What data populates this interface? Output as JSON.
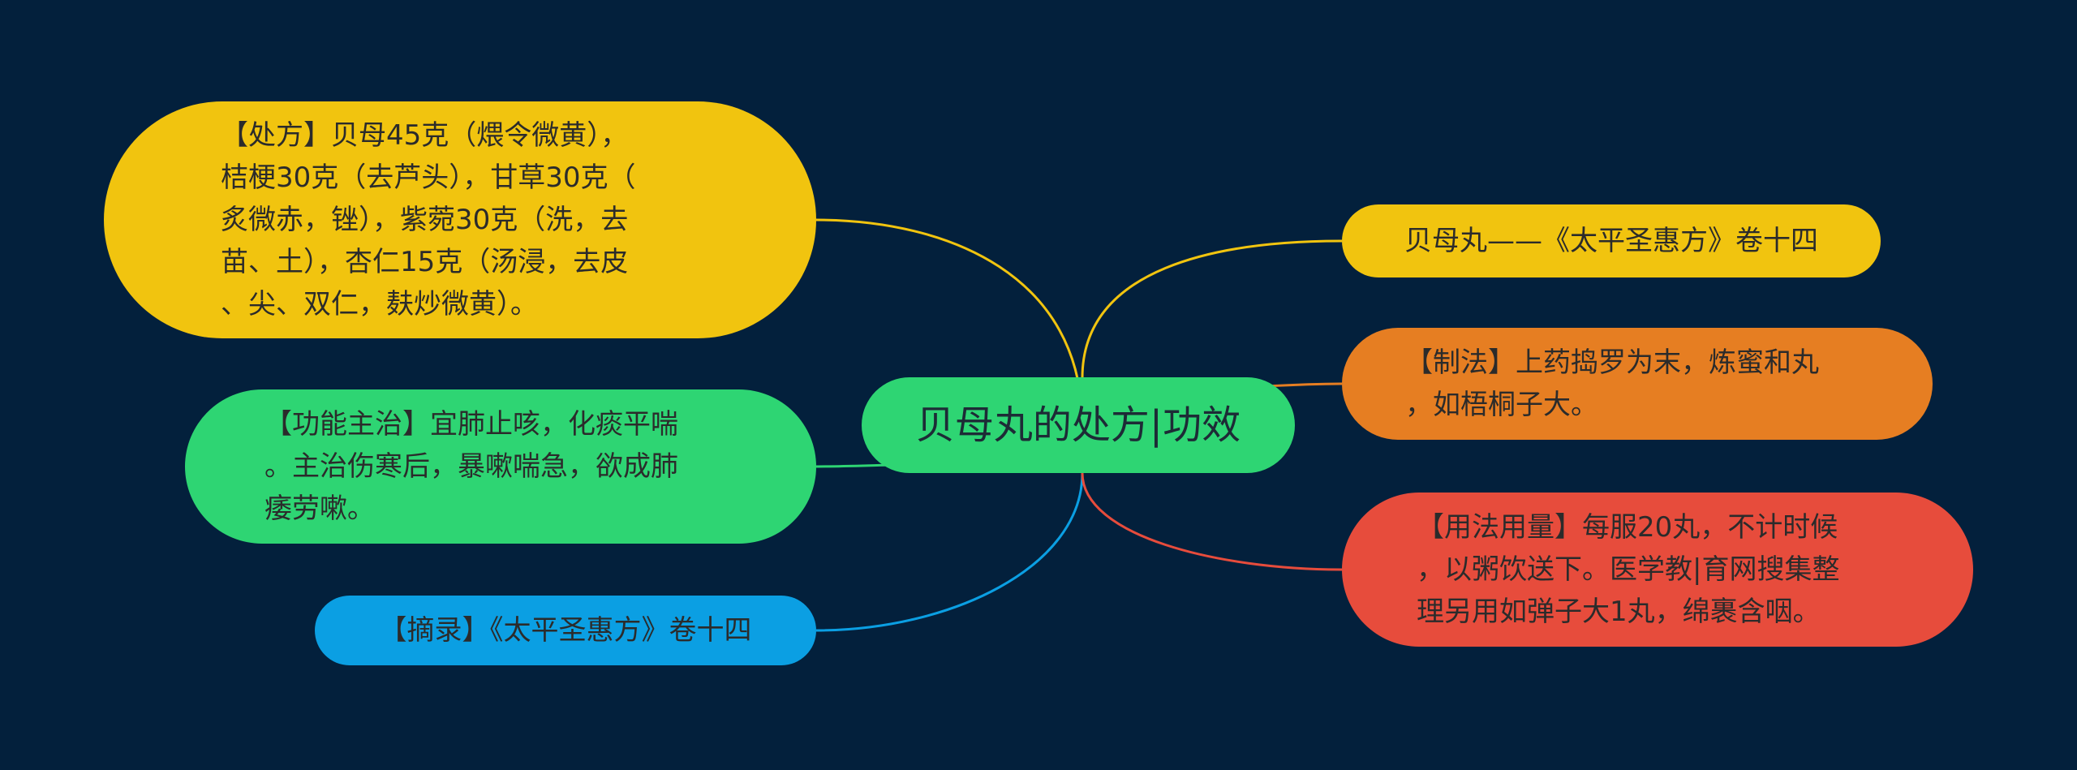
{
  "colors": {
    "background": "#03203c",
    "center": "#2ed573",
    "yellow": "#f1c40f",
    "green": "#2ed573",
    "blue": "#0b9fe3",
    "orange": "#e67e22",
    "red": "#e74c3c"
  },
  "center": {
    "label": "贝母丸的处方|功效"
  },
  "left_nodes": {
    "chufang": "【处方】贝母45克（煨令微黄），\n桔梗30克（去芦头），甘草30克（\n炙微赤，锉），紫菀30克（洗，去\n苗、土），杏仁15克（汤浸，去皮\n、尖、双仁，麸炒微黄）。",
    "gongneng": "【功能主治】宜肺止咳，化痰平喘\n。主治伤寒后，暴嗽喘急，欲成肺\n痿劳嗽。",
    "zhailu": "【摘录】《太平圣惠方》卷十四"
  },
  "right_nodes": {
    "title": "贝母丸——《太平圣惠方》卷十四",
    "zhifa": "【制法】上药捣罗为末，炼蜜和丸\n，如梧桐子大。",
    "yongfa": "【用法用量】每服20丸，不计时候\n，以粥饮送下。医学教|育网搜集整\n理另用如弹子大1丸，绵裹含咽。"
  }
}
